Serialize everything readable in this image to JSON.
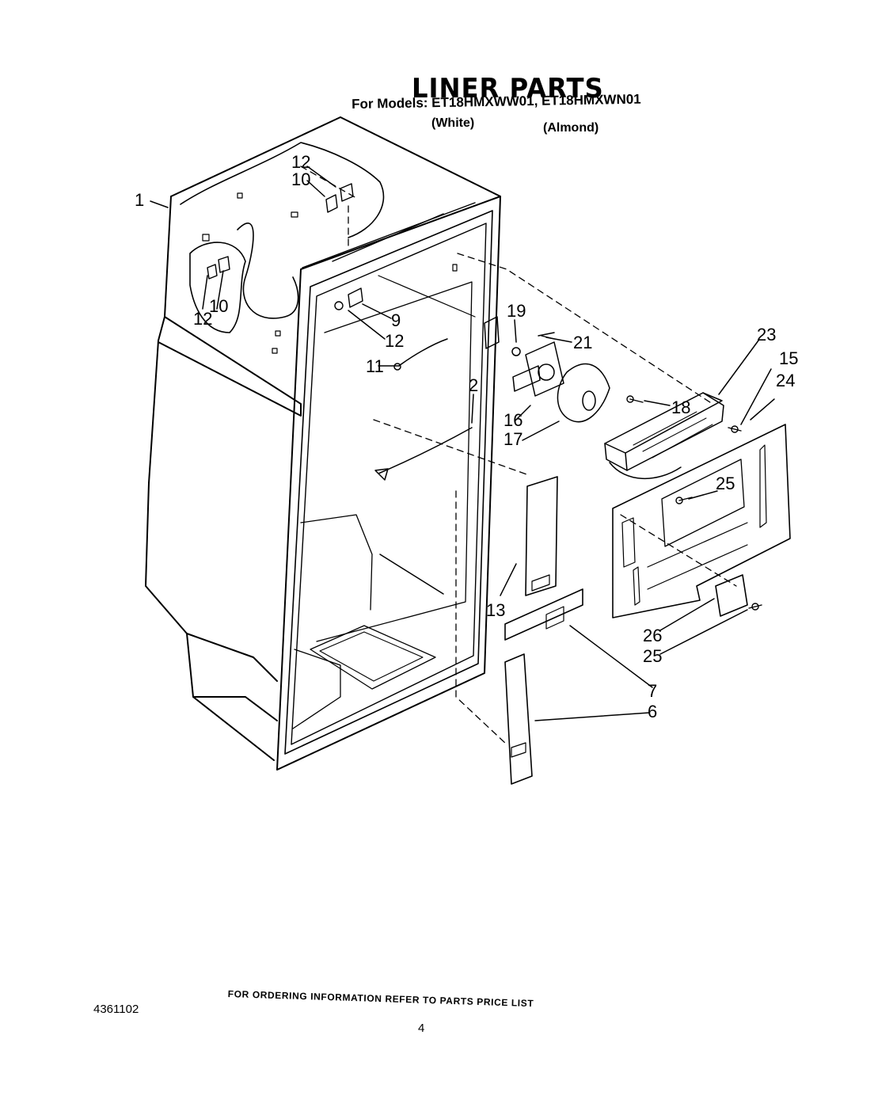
{
  "header": {
    "title": "LINER PARTS",
    "models": "For Models: ET18HMXWW01, ET18HMXWN01",
    "color_white": "(White)",
    "color_almond": "(Almond)"
  },
  "callouts": [
    "1",
    "12",
    "10",
    "12",
    "10",
    "9",
    "12",
    "11",
    "2",
    "19",
    "21",
    "16",
    "17",
    "18",
    "23",
    "15",
    "24",
    "25",
    "13",
    "26",
    "25",
    "7",
    "6"
  ],
  "footer": {
    "doc_number": "4361102",
    "ordering_note": "FOR ORDERING INFORMATION REFER TO PARTS PRICE LIST",
    "page_number": "4"
  }
}
